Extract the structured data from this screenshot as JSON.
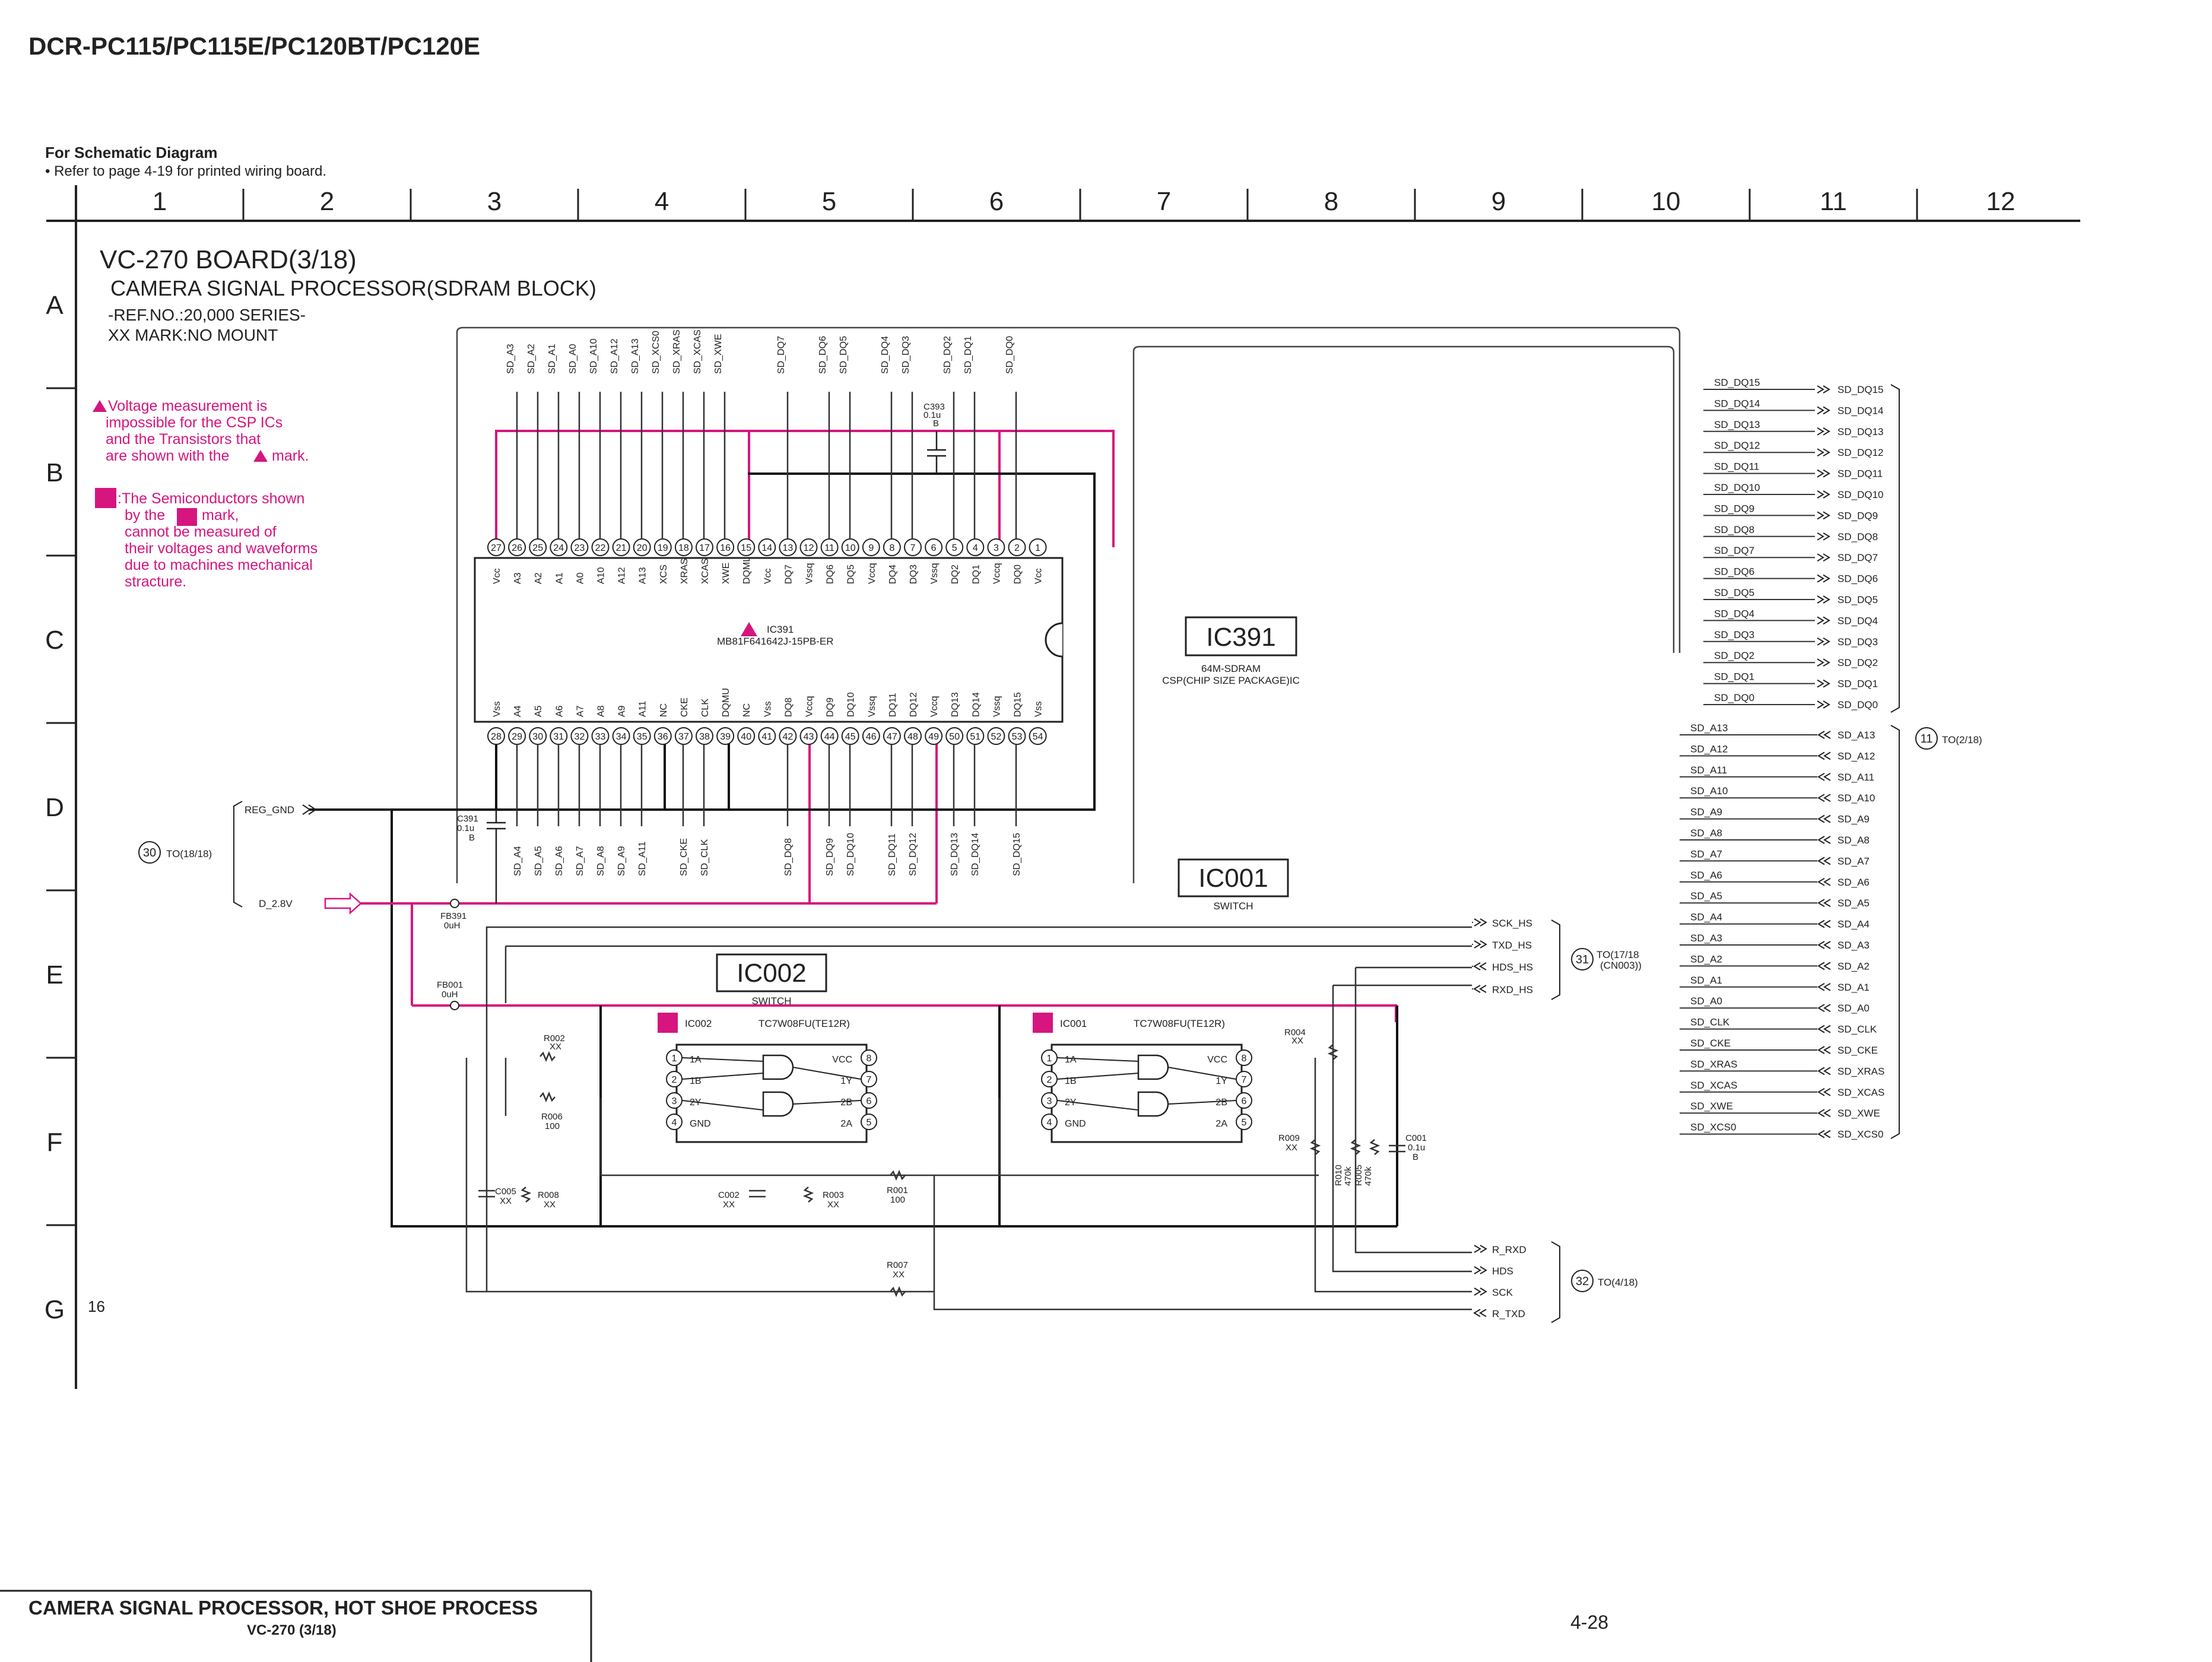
{
  "header": {
    "model": "DCR-PC115/PC115E/PC120BT/PC120E"
  },
  "schematic_note": {
    "title": "For Schematic Diagram",
    "line": "• Refer to page 4-19 for printed wiring board."
  },
  "grid": {
    "cols": [
      "1",
      "2",
      "3",
      "4",
      "5",
      "6",
      "7",
      "8",
      "9",
      "10",
      "11",
      "12"
    ],
    "rows": [
      "A",
      "B",
      "C",
      "D",
      "E",
      "F",
      "G"
    ]
  },
  "board": {
    "title": "VC-270 BOARD(3/18)",
    "subtitle": "CAMERA SIGNAL PROCESSOR(SDRAM BLOCK)",
    "ref": "-REF.NO.:20,000 SERIES-",
    "mark": "XX MARK:NO MOUNT"
  },
  "notes": {
    "triangle": [
      "Voltage measurement is",
      "impossible for the CSP ICs",
      "and the Transistors that",
      "are shown with the",
      "mark."
    ],
    "square": [
      ":The Semiconductors shown",
      "by the",
      "mark,",
      "cannot be measured of",
      "their voltages and waveforms",
      "due to machines mechanical",
      "stracture."
    ]
  },
  "ic391": {
    "name": "IC391",
    "part": "MB81F641642J-15PB-ER",
    "desc1": "64M-SDRAM",
    "desc2": "CSP(CHIP SIZE PACKAGE)IC",
    "label": "IC391",
    "top_pins": [
      "27",
      "26",
      "25",
      "24",
      "23",
      "22",
      "21",
      "20",
      "19",
      "18",
      "17",
      "16",
      "15",
      "14",
      "13",
      "12",
      "11",
      "10",
      "9",
      "8",
      "7",
      "6",
      "5",
      "4",
      "3",
      "2",
      "1"
    ],
    "top_names": [
      "Vcc",
      "A3",
      "A2",
      "A1",
      "A0",
      "A10",
      "A12",
      "A13",
      "XCS",
      "XRAS",
      "XCAS",
      "XWE",
      "DQML",
      "Vcc",
      "DQ7",
      "Vssq",
      "DQ6",
      "DQ5",
      "Vccq",
      "DQ4",
      "DQ3",
      "Vssq",
      "DQ2",
      "DQ1",
      "Vccq",
      "DQ0",
      "Vcc"
    ],
    "bot_pins": [
      "28",
      "29",
      "30",
      "31",
      "32",
      "33",
      "34",
      "35",
      "36",
      "37",
      "38",
      "39",
      "40",
      "41",
      "42",
      "43",
      "44",
      "45",
      "46",
      "47",
      "48",
      "49",
      "50",
      "51",
      "52",
      "53",
      "54"
    ],
    "bot_names": [
      "Vss",
      "A4",
      "A5",
      "A6",
      "A7",
      "A8",
      "A9",
      "A11",
      "NC",
      "CKE",
      "CLK",
      "DQMU",
      "NC",
      "Vss",
      "DQ8",
      "Vccq",
      "DQ9",
      "DQ10",
      "Vssq",
      "DQ11",
      "DQ12",
      "Vccq",
      "DQ13",
      "DQ14",
      "Vssq",
      "DQ15",
      "Vss"
    ],
    "top_signals": [
      "SD_A3",
      "SD_A2",
      "SD_A1",
      "SD_A0",
      "SD_A10",
      "SD_A12",
      "SD_A13",
      "SD_XCS0",
      "SD_XRAS",
      "SD_XCAS",
      "SD_XWE",
      "SD_DQ7",
      "SD_DQ6",
      "SD_DQ5",
      "SD_DQ4",
      "SD_DQ3",
      "SD_DQ2",
      "SD_DQ1",
      "SD_DQ0"
    ],
    "bot_signals": [
      "SD_A4",
      "SD_A5",
      "SD_A6",
      "SD_A7",
      "SD_A8",
      "SD_A9",
      "SD_A11",
      "SD_CKE",
      "SD_CLK",
      "SD_DQ8",
      "SD_DQ9",
      "SD_DQ10",
      "SD_DQ11",
      "SD_DQ12",
      "SD_DQ13",
      "SD_DQ14",
      "SD_DQ15"
    ]
  },
  "ic001": {
    "label": "IC001",
    "sub": "SWITCH",
    "part": "TC7W08FU(TE12R)",
    "tag": "IC001"
  },
  "ic002": {
    "label": "IC002",
    "sub": "SWITCH",
    "part": "TC7W08FU(TE12R)",
    "tag": "IC002"
  },
  "gate_pins": {
    "left": [
      "1A",
      "1B",
      "2Y",
      "GND"
    ],
    "right": [
      "VCC",
      "1Y",
      "2B",
      "2A"
    ],
    "lnums": [
      "1",
      "2",
      "3",
      "4"
    ],
    "rnums": [
      "8",
      "7",
      "6",
      "5"
    ]
  },
  "components": {
    "c393": [
      "C393",
      "0.1u",
      "B"
    ],
    "c391": [
      "C391",
      "0.1u",
      "B"
    ],
    "fb391": [
      "FB391",
      "0uH"
    ],
    "fb001": [
      "FB001",
      "0uH"
    ],
    "r002": [
      "R002",
      "XX"
    ],
    "r006": [
      "R006",
      "100"
    ],
    "c005": [
      "C005",
      "XX"
    ],
    "r008": [
      "R008",
      "XX"
    ],
    "c002": [
      "C002",
      "XX"
    ],
    "r003": [
      "R003",
      "XX"
    ],
    "r001": [
      "R001",
      "100"
    ],
    "r007": [
      "R007",
      "XX"
    ],
    "r004": [
      "R004",
      "XX"
    ],
    "r009": [
      "R009",
      "XX"
    ],
    "r010": [
      "R010",
      "470k"
    ],
    "r005": [
      "R005",
      "470k"
    ],
    "c001": [
      "C001",
      "0.1u",
      "B"
    ]
  },
  "power": {
    "reg_gnd": "REG_GND",
    "d28": "D_2.8V",
    "conn30_num": "30",
    "conn30": "TO(18/18)"
  },
  "right_dq": [
    "SD_DQ15",
    "SD_DQ14",
    "SD_DQ13",
    "SD_DQ12",
    "SD_DQ11",
    "SD_DQ10",
    "SD_DQ9",
    "SD_DQ8",
    "SD_DQ7",
    "SD_DQ6",
    "SD_DQ5",
    "SD_DQ4",
    "SD_DQ3",
    "SD_DQ2",
    "SD_DQ1",
    "SD_DQ0"
  ],
  "right_ctrl": [
    "SD_A13",
    "SD_A12",
    "SD_A11",
    "SD_A10",
    "SD_A9",
    "SD_A8",
    "SD_A7",
    "SD_A6",
    "SD_A5",
    "SD_A4",
    "SD_A3",
    "SD_A2",
    "SD_A1",
    "SD_A0",
    "SD_CLK",
    "SD_CKE",
    "SD_XRAS",
    "SD_XCAS",
    "SD_XWE",
    "SD_XCS0"
  ],
  "conn11": {
    "num": "11",
    "text": "TO(2/18)"
  },
  "hs": {
    "signals": [
      "SCK_HS",
      "TXD_HS",
      "HDS_HS",
      "RXD_HS"
    ],
    "num": "31",
    "text1": "TO(17/18",
    "text2": "(CN003))"
  },
  "bottom_sig": {
    "signals": [
      "R_RXD",
      "HDS",
      "SCK",
      "R_TXD"
    ],
    "num": "32",
    "text": "TO(4/18)"
  },
  "sheet_num": "16",
  "footer": {
    "title": "CAMERA SIGNAL PROCESSOR, HOT SHOE PROCESS",
    "sub": "VC-270 (3/18)",
    "page": "4-28"
  },
  "colors": {
    "magenta": "#d6157f",
    "line": "#222222"
  }
}
